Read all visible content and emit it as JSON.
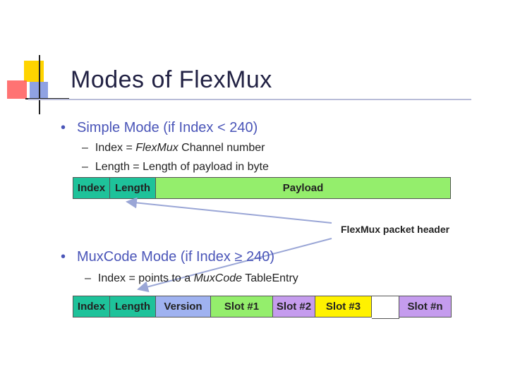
{
  "slide": {
    "title": "Modes of FlexMux",
    "callout": "FlexMux packet header"
  },
  "simple_mode": {
    "heading": "Simple Mode (if Index < 240)",
    "sub1_prefix": "Index = ",
    "sub1_italic": "FlexMux",
    "sub1_suffix": " Channel number",
    "sub2": "Length = Length of payload in byte",
    "cells": [
      "Index",
      "Length",
      "Payload"
    ]
  },
  "muxcode_mode": {
    "heading": "MuxCode Mode (if Index ≥ 240)",
    "sub1_prefix": "Index = points to a ",
    "sub1_italic": "MuxCode",
    "sub1_suffix": " TableEntry",
    "cells": [
      "Index",
      "Length",
      "Version",
      "Slot #1",
      "Slot #2",
      "Slot #3",
      "",
      "Slot #n"
    ]
  },
  "colors": {
    "teal": "#1ec29a",
    "green": "#94ee6c",
    "blue": "#9fb2f0",
    "purple": "#c59cee",
    "yellow": "#fff200"
  },
  "icons": [
    "slide-logo-icon",
    "bullet-icon",
    "dash-icon",
    "arrow-icon"
  ]
}
